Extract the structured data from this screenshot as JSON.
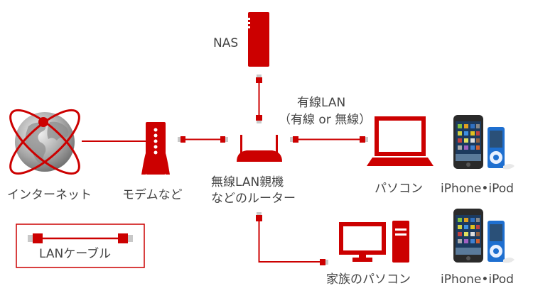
{
  "colors": {
    "accent": "#cc0000",
    "plug": "#c8c8c8",
    "text": "#444444"
  },
  "nodes": {
    "internet": {
      "label": "インターネット",
      "icon": "globe-icon"
    },
    "modem": {
      "label": "モデムなど",
      "icon": "modem-icon"
    },
    "nas": {
      "label": "NAS",
      "icon": "nas-icon"
    },
    "router": {
      "label_line1": "無線LAN親機",
      "label_line2": "などのルーター",
      "icon": "router-icon"
    },
    "pc": {
      "label": "パソコン",
      "icon": "laptop-icon"
    },
    "iphone_ipod_1": {
      "label": "iPhone•iPod",
      "icon": "iphone-ipod-icon"
    },
    "family_pc": {
      "label": "家族のパソコン",
      "icon": "desktop-pc-icon"
    },
    "iphone_ipod_2": {
      "label": "iPhone•iPod",
      "icon": "iphone-ipod-icon"
    }
  },
  "connection_label": {
    "line1": "有線LAN",
    "line2": "（有線 or 無線）"
  },
  "legend": {
    "label": "LANケーブル",
    "icon": "lan-cable-icon"
  }
}
